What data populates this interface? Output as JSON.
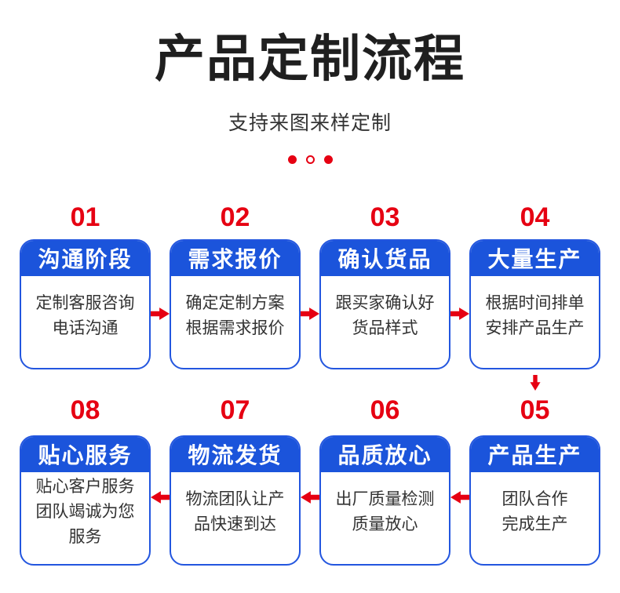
{
  "header": {
    "title": "产品定制流程",
    "subtitle": "支持来图来样定制"
  },
  "decor": {
    "dots": [
      "dot-filled",
      "dot-outline",
      "dot-filled"
    ],
    "flow_icons": [
      "arrow-right-icon",
      "arrow-left-icon",
      "arrow-down-icon"
    ]
  },
  "colors": {
    "accent_red": "#e60012",
    "card_header_blue": "#1b54db",
    "card_border_blue": "#2356df",
    "title_black": "#1f1f1f",
    "body_text": "#333333"
  },
  "steps": {
    "row1": [
      {
        "number": "01",
        "title": "沟通阶段",
        "desc": "定制客服咨询\n电话沟通"
      },
      {
        "number": "02",
        "title": "需求报价",
        "desc": "确定定制方案\n根据需求报价"
      },
      {
        "number": "03",
        "title": "确认货品",
        "desc": "跟买家确认好\n货品样式"
      },
      {
        "number": "04",
        "title": "大量生产",
        "desc": "根据时间排单\n安排产品生产"
      }
    ],
    "row2": [
      {
        "number": "08",
        "title": "贴心服务",
        "desc": "贴心客户服务\n团队竭诚为您\n服务"
      },
      {
        "number": "07",
        "title": "物流发货",
        "desc": "物流团队让产\n品快速到达"
      },
      {
        "number": "06",
        "title": "品质放心",
        "desc": "出厂质量检测\n质量放心"
      },
      {
        "number": "05",
        "title": "产品生产",
        "desc": "团队合作\n完成生产"
      }
    ]
  }
}
